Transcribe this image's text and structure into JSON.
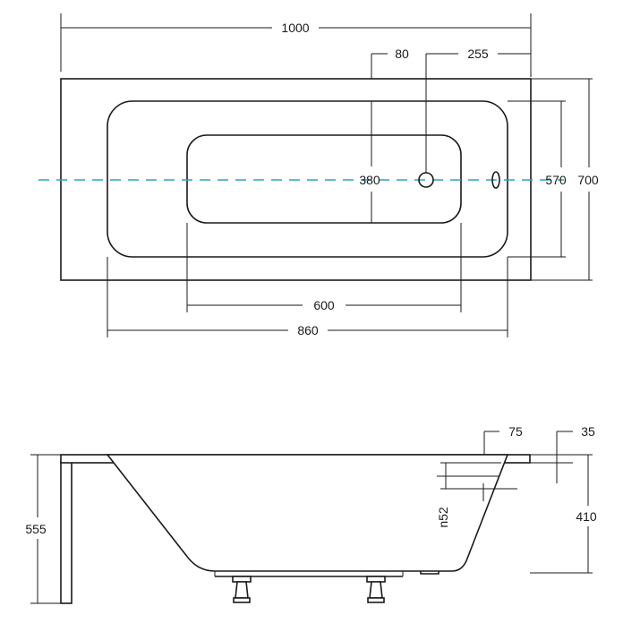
{
  "top_view": {
    "dimensions": {
      "overall_length": "1000",
      "overflow_offset": "80",
      "drain_offset": "255",
      "inner_width": "380",
      "basin_width": "570",
      "overall_width": "700",
      "inner_length": "600",
      "basin_length": "860"
    }
  },
  "side_view": {
    "dimensions": {
      "overflow_depth": "75",
      "rim_thickness": "35",
      "overflow_diameter": "n52",
      "depth": "410",
      "total_height": "555"
    }
  },
  "colors": {
    "outline": "#1a1a1a",
    "centerline": "#2aa6b8"
  }
}
